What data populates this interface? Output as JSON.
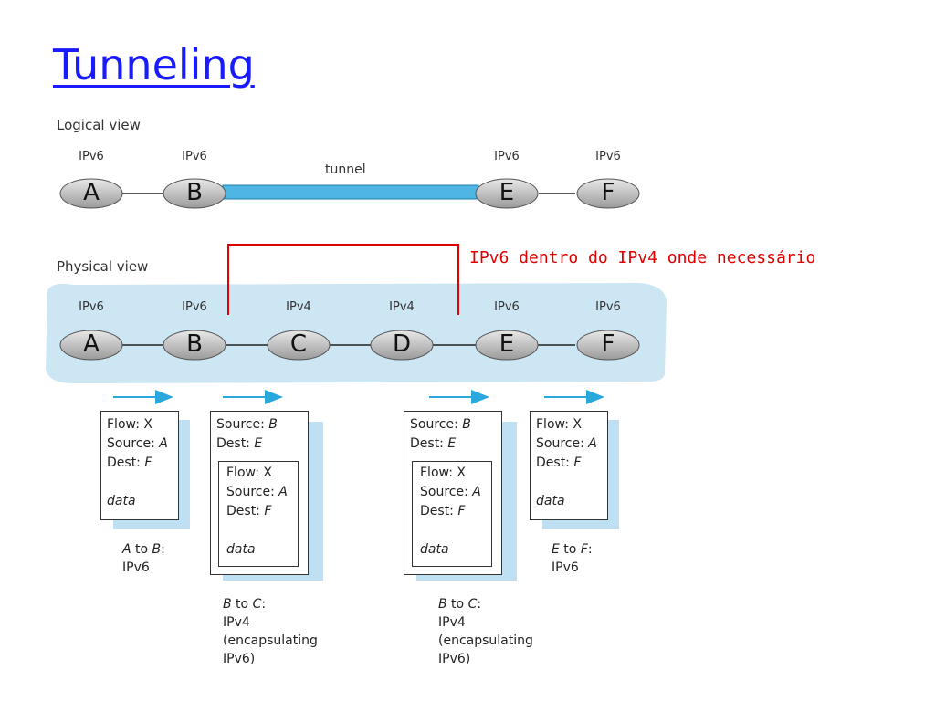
{
  "title": "Tunneling",
  "logical": {
    "label": "Logical view",
    "tunnel_label": "tunnel",
    "nodes": [
      {
        "letter": "A",
        "proto": "IPv6"
      },
      {
        "letter": "B",
        "proto": "IPv6"
      },
      {
        "letter": "E",
        "proto": "IPv6"
      },
      {
        "letter": "F",
        "proto": "IPv6"
      }
    ]
  },
  "annotation": "IPv6 dentro do IPv4 onde necessário",
  "physical": {
    "label": "Physical view",
    "nodes": [
      {
        "letter": "A",
        "proto": "IPv6"
      },
      {
        "letter": "B",
        "proto": "IPv6"
      },
      {
        "letter": "C",
        "proto": "IPv4"
      },
      {
        "letter": "D",
        "proto": "IPv4"
      },
      {
        "letter": "E",
        "proto": "IPv6"
      },
      {
        "letter": "F",
        "proto": "IPv6"
      }
    ]
  },
  "packets": {
    "p1": {
      "flow": "Flow: X",
      "source_k": "Source: ",
      "source_v": "A",
      "dest_k": "Dest: ",
      "dest_v": "F",
      "data": "data",
      "cap1k": "A",
      "cap1m": " to ",
      "cap1v": "B",
      "cap1e": ":",
      "cap2": "IPv6"
    },
    "p2": {
      "source_k": "Source: ",
      "source_v": "B",
      "dest_k": "Dest: ",
      "dest_v": "E",
      "inner_flow": "Flow: X",
      "inner_source_k": "Source: ",
      "inner_source_v": "A",
      "inner_dest_k": "Dest: ",
      "inner_dest_v": "F",
      "data": "data",
      "cap1k": "B",
      "cap1m": " to ",
      "cap1v": "C",
      "cap1e": ":",
      "cap2": "IPv4",
      "cap3": "(encapsulating",
      "cap4": "IPv6)"
    },
    "p3": {
      "source_k": "Source: ",
      "source_v": "B",
      "dest_k": "Dest: ",
      "dest_v": "E",
      "inner_flow": "Flow: X",
      "inner_source_k": "Source: ",
      "inner_source_v": "A",
      "inner_dest_k": "Dest: ",
      "inner_dest_v": "F",
      "data": "data",
      "cap1k": "B",
      "cap1m": " to ",
      "cap1v": "C",
      "cap1e": ":",
      "cap2": "IPv4",
      "cap3": "(encapsulating",
      "cap4": "IPv6)"
    },
    "p4": {
      "flow": "Flow: X",
      "source_k": "Source: ",
      "source_v": "A",
      "dest_k": "Dest: ",
      "dest_v": "F",
      "data": "data",
      "cap1k": "E",
      "cap1m": " to ",
      "cap1v": "F",
      "cap1e": ":",
      "cap2": "IPv6"
    }
  },
  "colors": {
    "title": "#1a1aff",
    "annotation": "#e00000",
    "tunnel": "#4fb6e3",
    "physical_bg": "#cce6f4",
    "arrow": "#2aa7dd"
  }
}
